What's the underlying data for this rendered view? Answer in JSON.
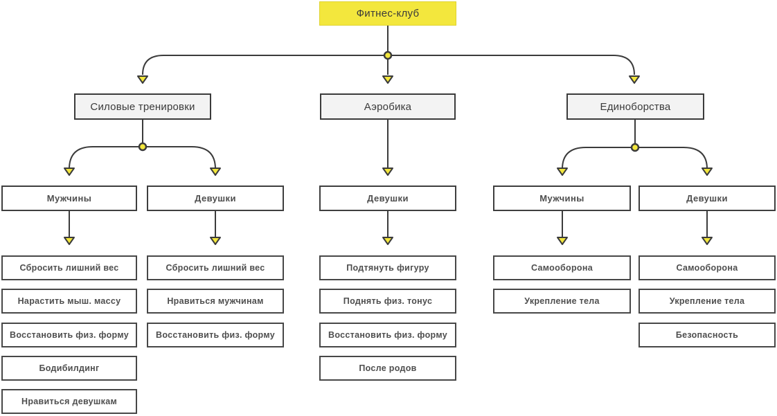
{
  "colors": {
    "accent_yellow": "#F3E73D",
    "line_dark": "#3B3B3B",
    "level2_fill": "#F3F3F3",
    "text_dark": "#3A3A3A",
    "text_gray": "#4E4E4E",
    "border_gray": "#474747"
  },
  "tree": {
    "root": {
      "label": "Фитнес-клуб"
    },
    "branches": [
      {
        "label": "Силовые тренировки",
        "children": [
          {
            "label": "Мужчины",
            "goals": [
              "Сбросить лишний вес",
              "Нарастить мыш. массу",
              "Восстановить физ. форму",
              "Бодибилдинг",
              "Нравиться девушкам"
            ]
          },
          {
            "label": "Девушки",
            "goals": [
              "Сбросить лишний вес",
              "Нравиться мужчинам",
              "Восстановить физ. форму"
            ]
          }
        ]
      },
      {
        "label": "Аэробика",
        "children": [
          {
            "label": "Девушки",
            "goals": [
              "Подтянуть фигуру",
              "Поднять физ. тонус",
              "Восстановить физ. форму",
              "После родов"
            ]
          }
        ]
      },
      {
        "label": "Единоборства",
        "children": [
          {
            "label": "Мужчины",
            "goals": [
              "Самооборона",
              "Укрепление тела"
            ]
          },
          {
            "label": "Девушки",
            "goals": [
              "Самооборона",
              "Укрепление тела",
              "Безопасность"
            ]
          }
        ]
      }
    ]
  }
}
